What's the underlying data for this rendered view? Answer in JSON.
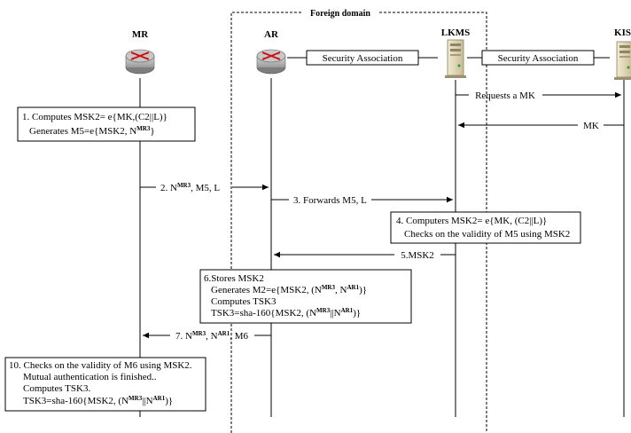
{
  "domain_title": "Foreign domain",
  "entities": {
    "mr": "MR",
    "ar": "AR",
    "lkms": "LKMS",
    "kis": "KIS"
  },
  "sa_labels": {
    "ar_lkms": "Security Association",
    "lkms_kis": "Security Association"
  },
  "messages": {
    "requests_mk": "Requests a MK",
    "mk": "MK",
    "msg2": {
      "pre": "2. N",
      "sup": "MR3",
      "post": ", M5, L"
    },
    "msg3": "3. Forwards M5, L",
    "msg5": "5.MSK2",
    "msg7": {
      "pre": "7. N",
      "sup1": "MR3",
      "mid": ", N",
      "sup2": "AR1",
      "post": ", M6"
    }
  },
  "step_boxes": {
    "step1": {
      "line1": "1. Computes MSK2= e{MK,(C2||L)}",
      "line2": {
        "pre": "Generates M5=e{MSK2, N",
        "sup": "MR3",
        "post": "}"
      }
    },
    "step4": {
      "line1": "4. Computers MSK2= e{MK, (C2||L)}",
      "line2": "Checks on the validity of M5 using MSK2"
    },
    "step6": {
      "line1": "6.Stores MSK2",
      "line2": {
        "pre": "Generates M2=e{MSK2, (N",
        "sup1": "MR3",
        "mid": ", N",
        "sup2": "AR1",
        "post": ")}"
      },
      "line3": "Computes TSK3",
      "line4": {
        "pre": "TSK3=sha-160{MSK2, (N",
        "sup1": "MR3",
        "mid": "||N",
        "sup2": "AR1",
        "post": ")}"
      }
    },
    "step10": {
      "line1": "10. Checks on the validity of M6 using MSK2.",
      "line2": "Mutual authentication is finished..",
      "line3": "Computes TSK3.",
      "line4": {
        "pre": "TSK3=sha-160{MSK2, (N",
        "sup1": "MR3",
        "mid": "||N",
        "sup2": "AR1",
        "post": ")}"
      }
    }
  },
  "icons": {
    "router": "router-icon",
    "server": "server-icon"
  },
  "colors": {
    "router_fill": "#b9b9b9",
    "router_arrow": "#cc1111",
    "server_fill": "#e6dcc0"
  }
}
